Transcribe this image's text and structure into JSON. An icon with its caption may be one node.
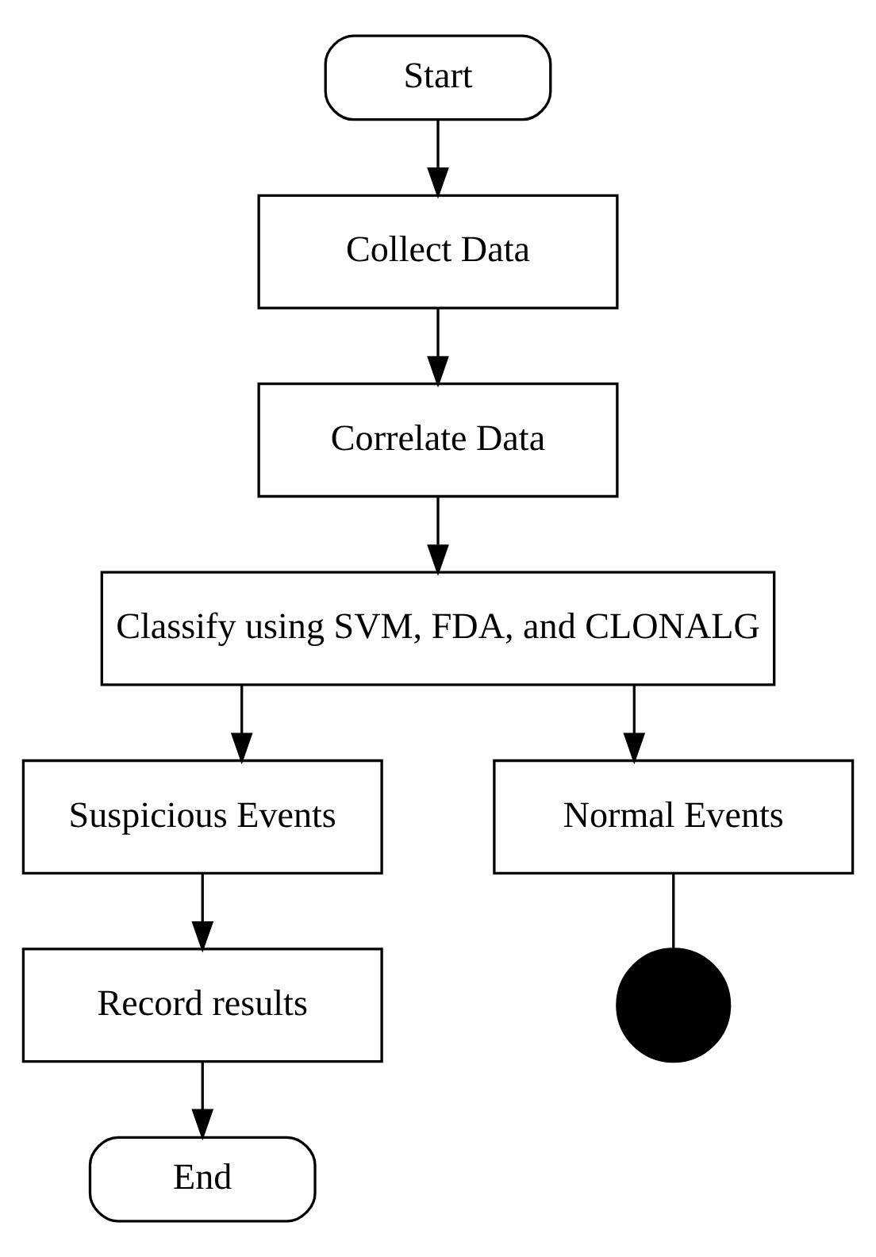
{
  "diagram": {
    "nodes": [
      {
        "text": [
          "Start"
        ]
      },
      {
        "text": [
          "Collect Data"
        ]
      },
      {
        "text": [
          "Correlate Data"
        ]
      },
      {
        "text": [
          "Classify using SVM, FDA, and CLONALG"
        ]
      },
      {
        "text": [
          "Suspicious Events"
        ]
      },
      {
        "text": [
          "Normal Events"
        ]
      },
      {
        "text": [
          "Record results"
        ]
      },
      {
        "text": [
          "End"
        ]
      },
      {
        "text": [],
        "shape": "circle"
      }
    ],
    "edges": [
      {
        "from": 0,
        "to": 1,
        "arrow": "to"
      },
      {
        "from": 1,
        "to": 2,
        "arrow": "to"
      },
      {
        "from": 2,
        "to": 3,
        "arrow": "to"
      },
      {
        "from": 3,
        "to": 4,
        "arrow": "to"
      },
      {
        "from": 3,
        "to": 5,
        "arrow": "to"
      },
      {
        "from": 4,
        "to": 6,
        "arrow": "to"
      },
      {
        "from": 6,
        "to": 7,
        "arrow": "to"
      },
      {
        "from": 5,
        "to": 8,
        "arrow": "none"
      }
    ]
  }
}
